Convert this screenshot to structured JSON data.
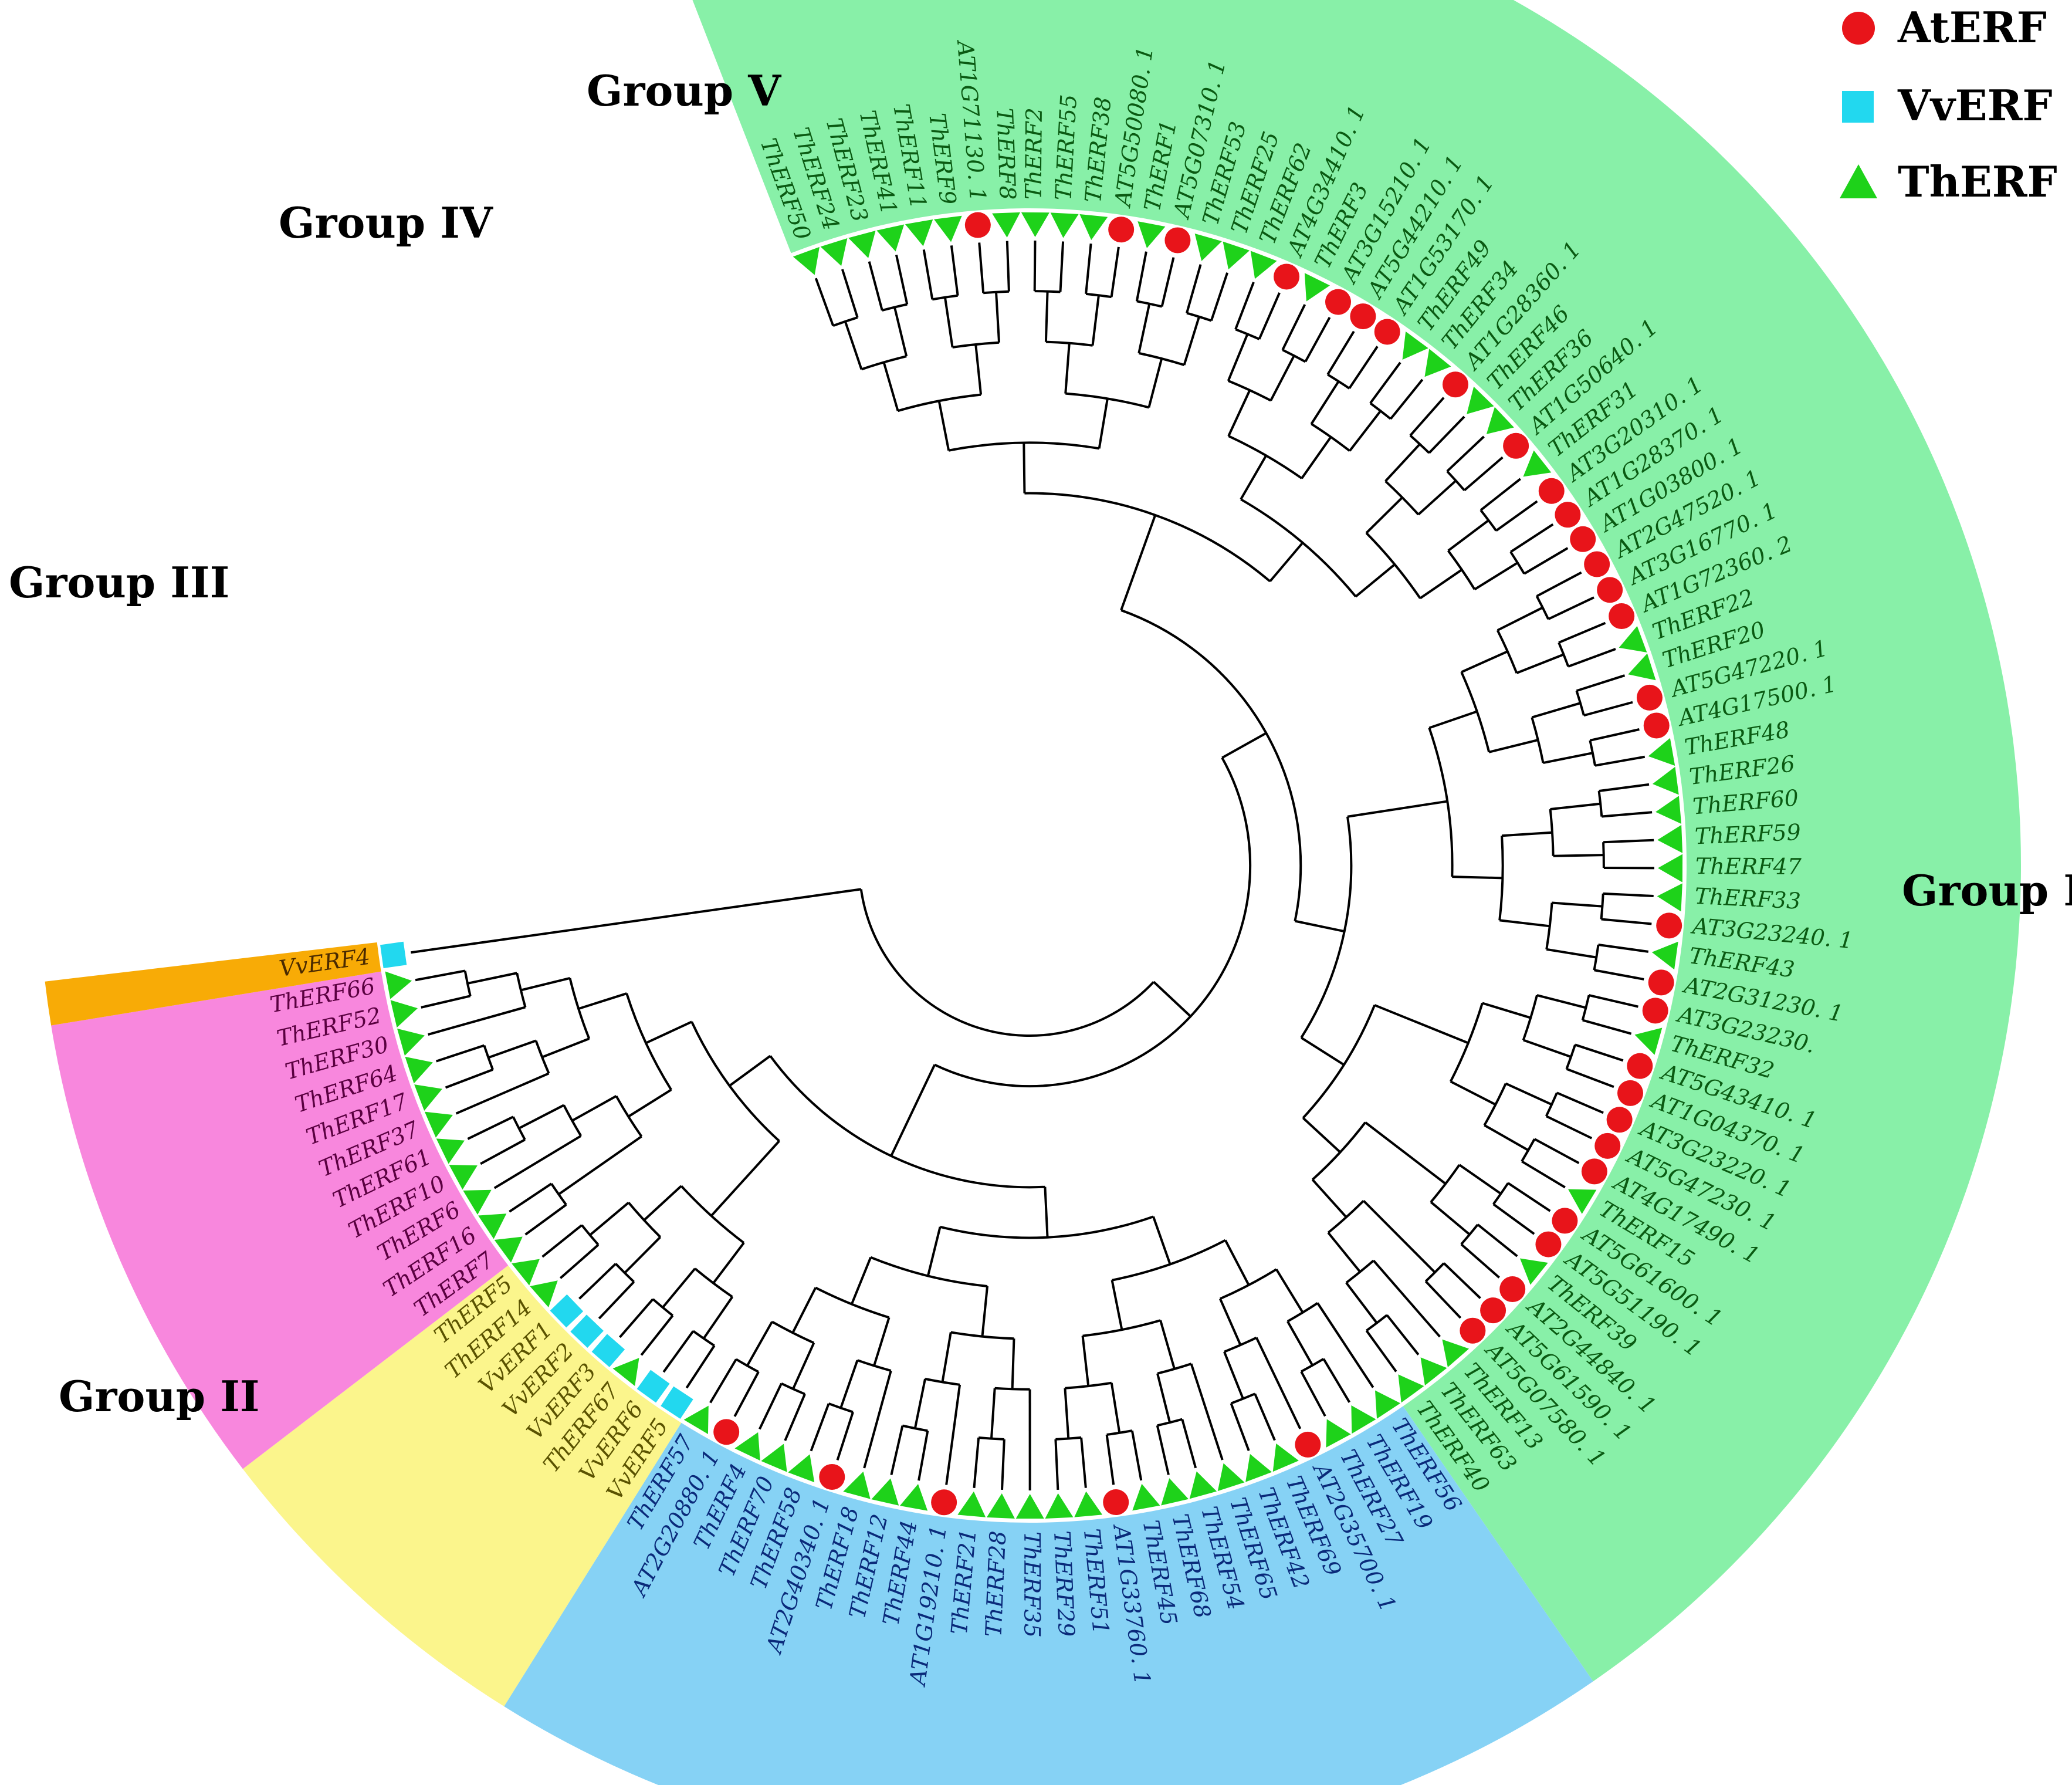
{
  "legend": [
    {
      "key": "At",
      "label": "AtERF",
      "shape": "circle",
      "color": "#e8141a"
    },
    {
      "key": "Vv",
      "label": "VvERF",
      "shape": "square",
      "color": "#22d8ef"
    },
    {
      "key": "Th",
      "label": "ThERF",
      "shape": "triangle",
      "color": "#1ed21a"
    }
  ],
  "groups": [
    {
      "id": "I",
      "label": "Group I",
      "color": "#88f0a8",
      "text_color": "#0a5a12",
      "leaves": [
        "ThERF50",
        "ThERF24",
        "ThERF23",
        "ThERF41",
        "ThERF11",
        "ThERF9",
        "AT1G71130. 1",
        "ThERF8",
        "ThERF2",
        "ThERF55",
        "ThERF38",
        "AT5G50080. 1",
        "ThERF1",
        "AT5G07310. 1",
        "ThERF53",
        "ThERF25",
        "ThERF62",
        "AT4G34410. 1",
        "ThERF3",
        "AT3G15210. 1",
        "AT5G44210. 1",
        "AT1G53170. 1",
        "ThERF49",
        "ThERF34",
        "AT1G28360. 1",
        "ThERF46",
        "ThERF36",
        "AT1G50640. 1",
        "ThERF31",
        "AT3G20310. 1",
        "AT1G28370. 1",
        "AT1G03800. 1",
        "AT2G47520. 1",
        "AT3G16770. 1",
        "AT1G72360. 2",
        "ThERF22",
        "ThERF20",
        "AT5G47220. 1",
        "AT4G17500. 1",
        "ThERF48",
        "ThERF26",
        "ThERF60",
        "ThERF59",
        "ThERF47",
        "ThERF33",
        "AT3G23240. 1",
        "ThERF43",
        "AT2G31230. 1",
        "AT3G23230.",
        "ThERF32",
        "AT5G43410. 1",
        "AT1G04370. 1",
        "AT3G23220. 1",
        "AT5G47230. 1",
        "AT4G17490. 1",
        "ThERF15",
        "AT5G61600. 1",
        "AT5G51190. 1",
        "ThERF39",
        "AT2G44840. 1",
        "AT5G61590. 1",
        "AT5G07580. 1",
        "ThERF13",
        "ThERF63",
        "ThERF40"
      ]
    },
    {
      "id": "II",
      "label": "Group II",
      "color": "#86d2f5",
      "text_color": "#0a2a7a",
      "leaves": [
        "ThERF56",
        "ThERF19",
        "ThERF27",
        "AT2G35700. 1",
        "ThERF69",
        "ThERF42",
        "ThERF65",
        "ThERF54",
        "ThERF68",
        "ThERF45",
        "AT1G33760. 1",
        "ThERF51",
        "ThERF29",
        "ThERF35",
        "ThERF28",
        "ThERF21",
        "AT1G19210. 1",
        "ThERF44",
        "ThERF12",
        "ThERF18",
        "AT2G40340. 1",
        "ThERF58",
        "ThERF70",
        "ThERF4",
        "AT2G20880. 1",
        "ThERF57"
      ]
    },
    {
      "id": "III",
      "label": "Group III",
      "color": "#fbf58c",
      "text_color": "#5a5200",
      "leaves": [
        "VvERF5",
        "VvERF6",
        "ThERF67",
        "VvERF3",
        "VvERF2",
        "VvERF1",
        "ThERF14",
        "ThERF5"
      ]
    },
    {
      "id": "IV",
      "label": "Group IV",
      "color": "#f887dd",
      "text_color": "#5a0040",
      "leaves": [
        "ThERF7",
        "ThERF16",
        "ThERF6",
        "ThERF10",
        "ThERF61",
        "ThERF37",
        "ThERF17",
        "ThERF64",
        "ThERF30",
        "ThERF52",
        "ThERF66"
      ]
    },
    {
      "id": "V",
      "label": "Group V",
      "color": "#f8ab06",
      "text_color": "#4a2a00",
      "leaves": [
        "VvERF4"
      ]
    }
  ]
}
